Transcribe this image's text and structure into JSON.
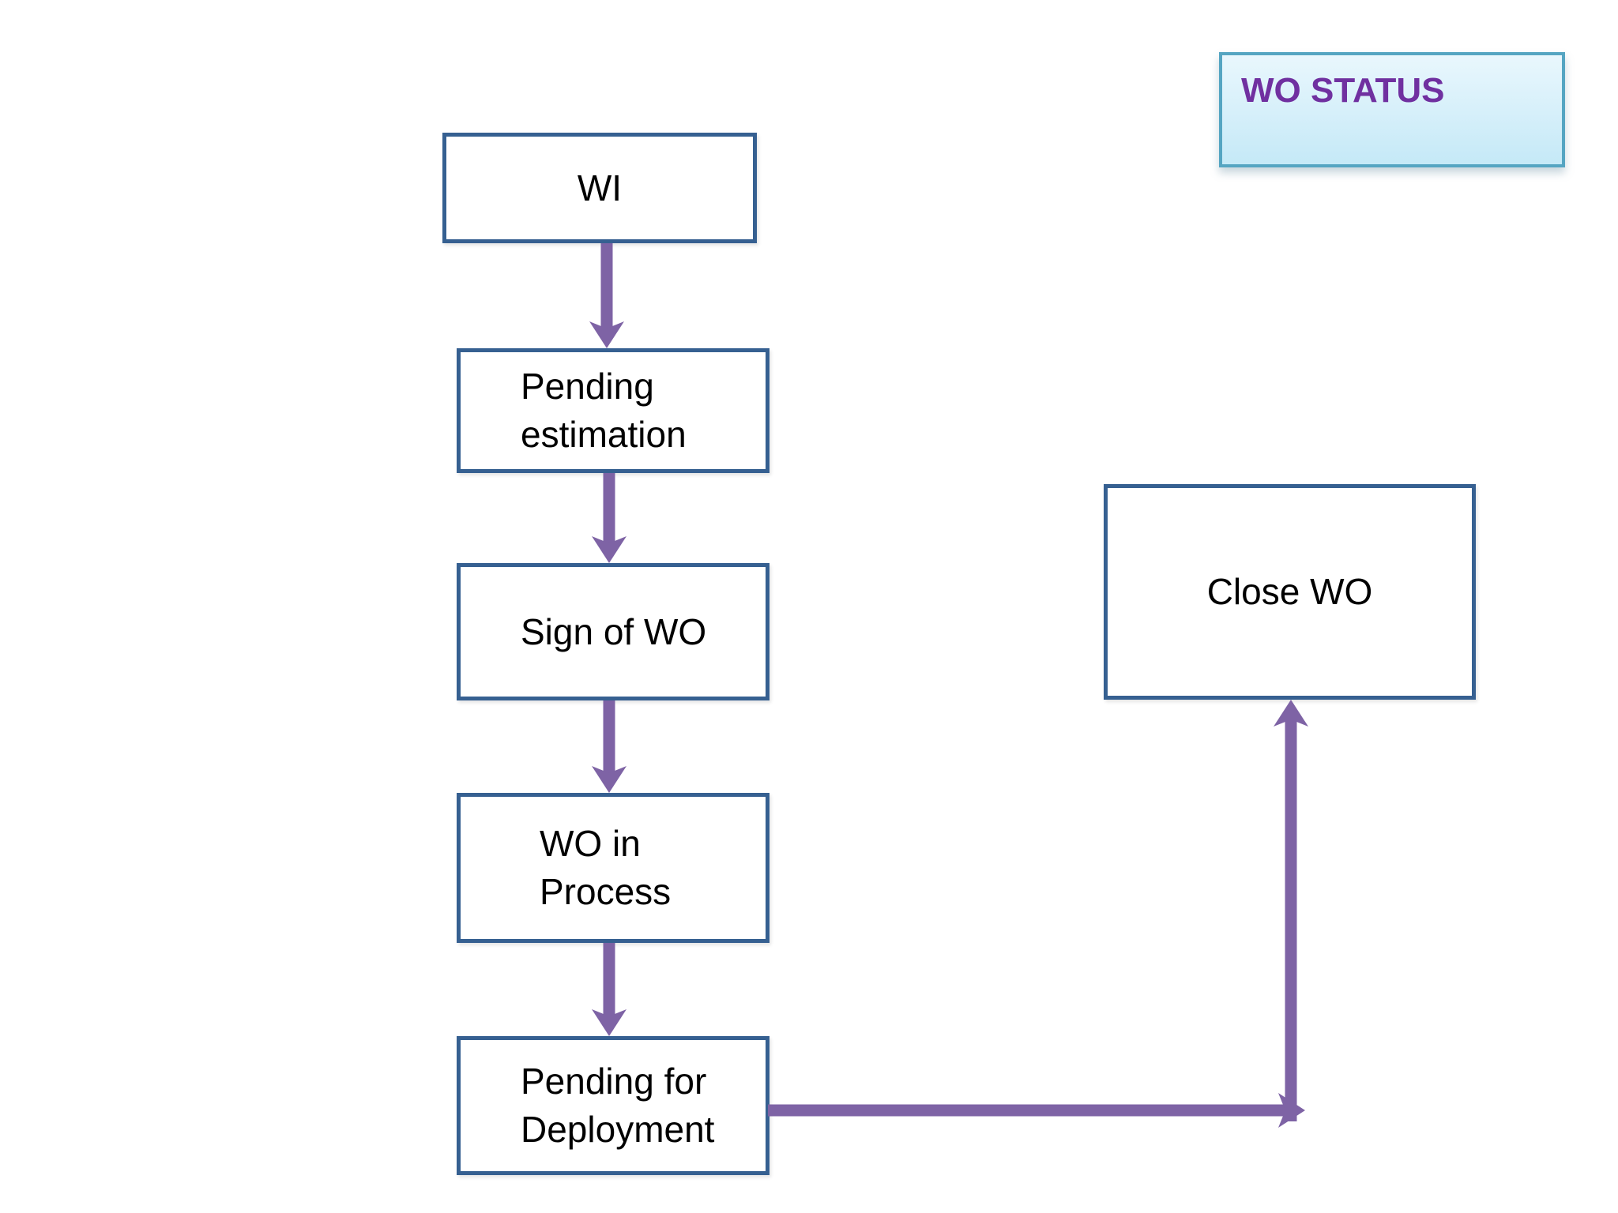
{
  "title_box": {
    "label": "WO STATUS"
  },
  "flow": {
    "nodes": [
      {
        "id": "wi",
        "label": "WI"
      },
      {
        "id": "pending-estimation",
        "label": "Pending\nestimation"
      },
      {
        "id": "sign-of-wo",
        "label": "Sign of WO"
      },
      {
        "id": "wo-in-process",
        "label": "WO in\nProcess"
      },
      {
        "id": "pending-for-deployment",
        "label": "Pending for\nDeployment"
      },
      {
        "id": "close-wo",
        "label": "Close WO"
      }
    ],
    "edges": [
      {
        "from": "wi",
        "to": "pending-estimation"
      },
      {
        "from": "pending-estimation",
        "to": "sign-of-wo"
      },
      {
        "from": "sign-of-wo",
        "to": "wo-in-process"
      },
      {
        "from": "wo-in-process",
        "to": "pending-for-deployment"
      },
      {
        "from": "pending-for-deployment",
        "to": "close-wo"
      }
    ]
  },
  "colors": {
    "page_bg": "#FFFFFF",
    "node_border": "#366091",
    "node_fill": "#FFFFFF",
    "node_text": "#000000",
    "arrow": "#7E63A5",
    "title_text": "#7030A0",
    "title_border": "#55A5C2",
    "title_bg_top": "#E9F7FD",
    "title_bg_bottom": "#C5E9F7"
  }
}
